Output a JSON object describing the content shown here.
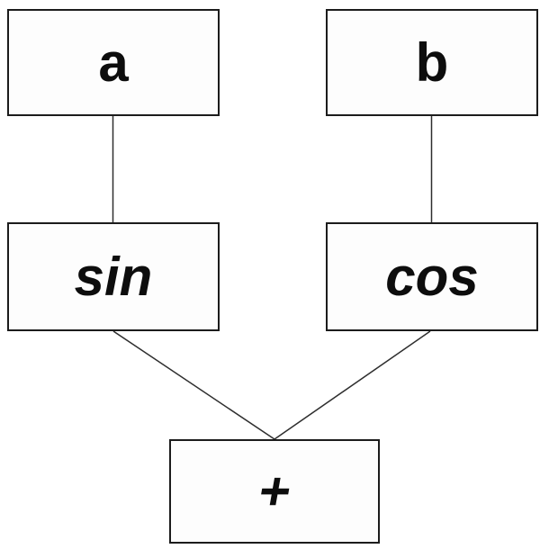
{
  "diagram": {
    "nodes": {
      "a": {
        "label": "a"
      },
      "b": {
        "label": "b"
      },
      "sin": {
        "label": "sin"
      },
      "cos": {
        "label": "cos"
      },
      "plus": {
        "label": "+"
      }
    },
    "edges": [
      {
        "from": "a",
        "to": "sin"
      },
      {
        "from": "b",
        "to": "cos"
      },
      {
        "from": "sin",
        "to": "plus"
      },
      {
        "from": "cos",
        "to": "plus"
      }
    ],
    "colors": {
      "background": "#ffffff",
      "box_fill": "#fdfdfd",
      "box_border": "#1c1c1c",
      "edge_line": "#2e2e2e",
      "text": "#0d0d0d"
    }
  }
}
